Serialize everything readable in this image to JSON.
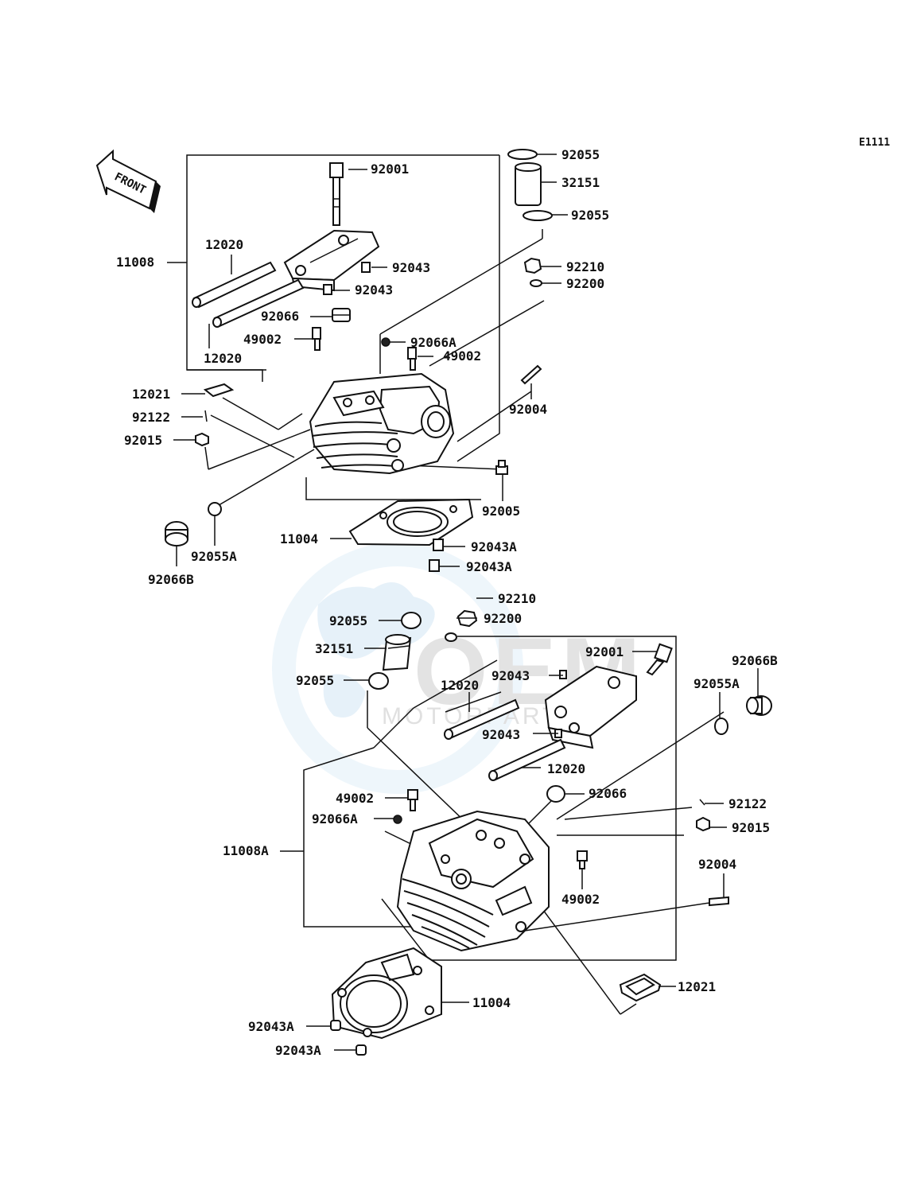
{
  "diagram": {
    "code": "E1111",
    "front_label": "FRONT",
    "watermark": {
      "brand": "OEM",
      "sub": "MOTORPARTS"
    },
    "labels": {
      "l01": "92055",
      "l02": "92001",
      "l03": "32151",
      "l04": "92055",
      "l05": "11008",
      "l06": "12020",
      "l07": "92043",
      "l08": "92210",
      "l09": "92043",
      "l10": "92200",
      "l11": "92066",
      "l12": "49002",
      "l13": "92066A",
      "l14": "49002",
      "l15": "12020",
      "l16": "12021",
      "l17": "92004",
      "l18": "92122",
      "l19": "92015",
      "l20": "92005",
      "l21": "11004",
      "l22": "92043A",
      "l23": "92055A",
      "l24": "92043A",
      "l25": "92066B",
      "l26": "92210",
      "l27": "92055",
      "l28": "92200",
      "l29": "32151",
      "l30": "92001",
      "l31": "92066B",
      "l32": "92043",
      "l33": "92055A",
      "l34": "92055",
      "l35": "12020",
      "l36": "92043",
      "l37": "12020",
      "l38": "49002",
      "l39": "92066",
      "l40": "92122",
      "l41": "92066A",
      "l42": "92015",
      "l43": "11008A",
      "l44": "92004",
      "l45": "49002",
      "l46": "12021",
      "l47": "11004",
      "l48": "92043A",
      "l49": "92043A"
    }
  }
}
